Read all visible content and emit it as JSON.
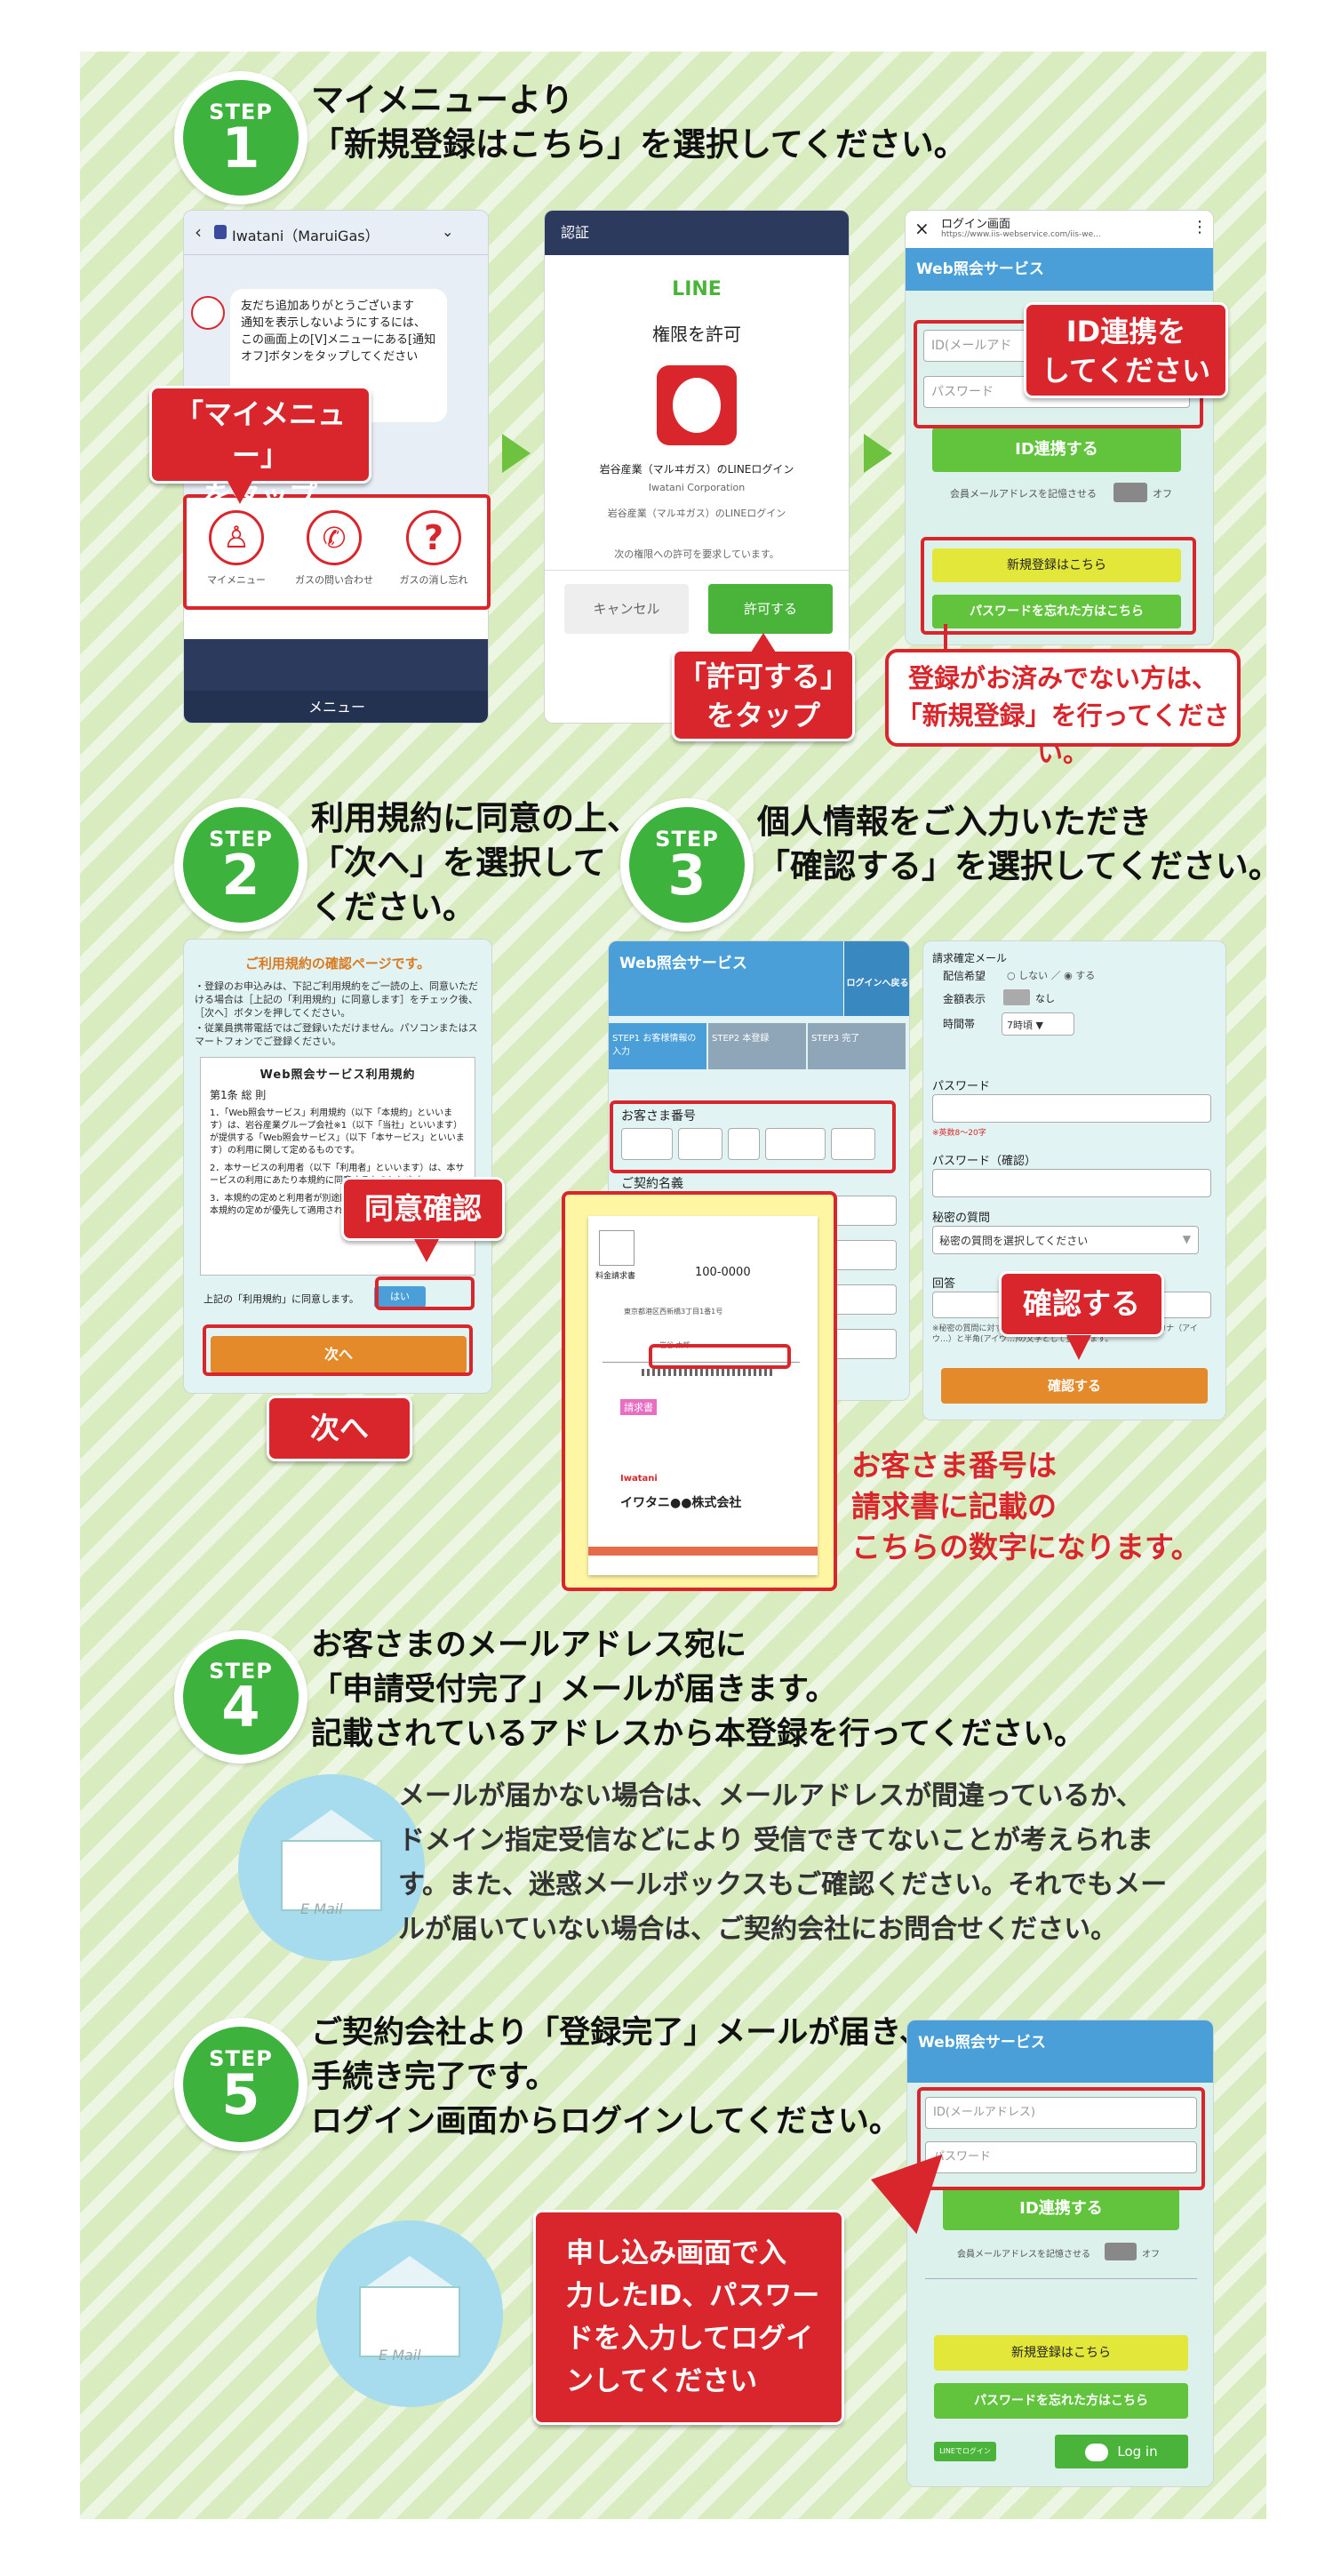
{
  "step1": {
    "badge": "STEP",
    "num": "1",
    "title_l1": "マイメニューより",
    "title_l2": "「新規登録はこちら」を選択してください。",
    "s1": {
      "title": "Iwatani（MaruiGas）",
      "msg": "友だち追加ありがとうございます\n通知を表示しないようにするには、この画面上の[V]メニューにある[通知オフ]ボタンをタップしてください",
      "menu1": "マイメニュー",
      "menu2": "ガスの問い合わせ",
      "menu3": "ガスの消し忘れ",
      "menu_bar": "メニュー",
      "callout": "「マイメニュー」\nをタップ"
    },
    "s2": {
      "header": "認証",
      "line": "LINE",
      "heading": "権限を許可",
      "app": "岩谷産業（マルヰガス）のLINEログイン",
      "corp": "Iwatani Corporation",
      "app2": "岩谷産業（マルヰガス）のLINEログイン",
      "req": "次の権限への許可を要求しています。",
      "cancel": "キャンセル",
      "allow": "許可する",
      "callout": "「許可する」\nをタップ"
    },
    "s3": {
      "tab": "ログイン画面",
      "url": "https://www.iis-webservice.com/iis-we...",
      "title": "Web照会サービス",
      "id_ph": "ID(メールアド",
      "pw_ph": "パスワード",
      "link": "ID連携する",
      "remember": "会員メールアドレスを記憶させる",
      "off": "オフ",
      "new": "新規登録はこちら",
      "forgot": "パスワードを忘れた方はこちら",
      "callout": "ID連携を\nしてください"
    },
    "note_l1": "登録がお済みでない方は、",
    "note_l2": "「新規登録」を行ってください。"
  },
  "step2": {
    "badge": "STEP",
    "num": "2",
    "title_l1": "利用規約に同意の上、",
    "title_l2": "「次へ」を選択して",
    "title_l3": "ください。",
    "page_title": "ご利用規約の確認ページです。",
    "intro1": "・登録のお申込みは、下記ご利用規約をご一読の上、同意いただける場合は［上記の「利用規約」に同意します］をチェック後、［次へ］ボタンを押してください。",
    "intro2": "・従業員携帯電話ではご登録いただけません。パソコンまたはスマートフォンでご登録ください。",
    "terms_title": "Web照会サービス利用規約",
    "article": "第1条 総 則",
    "t1": "1．「Web照会サービス」利用規約（以下「本規約」といいます）は、岩谷産業グループ会社※1（以下「当社」といいます）が提供する「Web照会サービス」（以下「本サービス」といいます）の利用に関して定めるものです。",
    "t2": "2．本サービスの利用者（以下「利用者」といいます）は、本サービスの利用にあたり本規約に同意するものとします。",
    "t3": "3．本規約の定めと利用者が別途同意した規約が異なる場合は、本規約の定めが優先して適用されるものとします。",
    "agree": "上記の「利用規約」に同意します。",
    "yes": "はい",
    "next": "次へ",
    "callout1": "同意確認",
    "callout2": "次へ"
  },
  "step3": {
    "badge": "STEP",
    "num": "3",
    "title_l1": "個人情報をご入力いただき",
    "title_l2": "「確認する」を選択してください。",
    "a": {
      "title": "Web照会サービス",
      "logout": "ログインへ戻る",
      "st1": "STEP1 お客様情報の入力",
      "st2": "STEP2 本登録",
      "st3": "STEP3 完了",
      "cust": "お客さま番号",
      "name": "ご契約名義"
    },
    "invoice": {
      "head": "料金請求書",
      "code": "100-0000",
      "addr": "東京都港区西新橋3丁目1番1号",
      "name": "岩谷 太郎",
      "stamp": "請求書",
      "corp": "イワタニ●●株式会社",
      "brand": "Iwatani"
    },
    "b": {
      "mail": "請求確定メール",
      "pref": "配信希望",
      "no": "しない",
      "yes": "する",
      "amt": "金額表示",
      "none": "なし",
      "time": "時間帯",
      "hour": "7時頃",
      "pw": "パスワード",
      "pw_note": "※英数8～20字",
      "pw2": "パスワード（確認）",
      "secret": "秘密の質問",
      "secret_sel": "秘密の質問を選択してください",
      "answer": "回答",
      "ans_note": "※秘密の質問に対する回答を入力してください（全角）、まま、カナ（アイウ…）と半角(アイウ…)の文字として登録します。",
      "confirm": "確認する",
      "callout": "確認する"
    },
    "note_l1": "お客さま番号は",
    "note_l2": "請求書に記載の",
    "note_l3": "こちらの数字になります。"
  },
  "step4": {
    "badge": "STEP",
    "num": "4",
    "title_l1": "お客さまのメールアドレス宛に",
    "title_l2": "「申請受付完了」メールが届きます。",
    "title_l3": "記載されているアドレスから本登録を行ってください。",
    "body_l1": "メールが届かない場合は、メールアドレスが間違っているか、",
    "body_l2": "ドメイン指定受信などにより 受信できてないことが考えられま",
    "body_l3": "す。また、迷惑メールボックスもご確認ください。それでもメー",
    "body_l4": "ルが届いていない場合は、ご契約会社にお問合せください。",
    "email": "E Mail"
  },
  "step5": {
    "badge": "STEP",
    "num": "5",
    "title_l1": "ご契約会社より「登録完了」メールが届き、",
    "title_l2": "手続き完了です。",
    "title_l3": "ログイン画面からログインしてください。",
    "title": "Web照会サービス",
    "id_ph": "ID(メールアドレス)",
    "pw_ph": "パスワード",
    "link": "ID連携する",
    "remember": "会員メールアドレスを記憶させる",
    "off": "オフ",
    "new": "新規登録はこちら",
    "forgot": "パスワードを忘れた方はこちら",
    "line_small": "LINEでログイン",
    "login": "Log in",
    "callout_l1": "申し込み画面で入",
    "callout_l2": "力したID、パスワー",
    "callout_l3": "ドを入力してログイ",
    "callout_l4": "ンしてください",
    "email": "E Mail"
  }
}
